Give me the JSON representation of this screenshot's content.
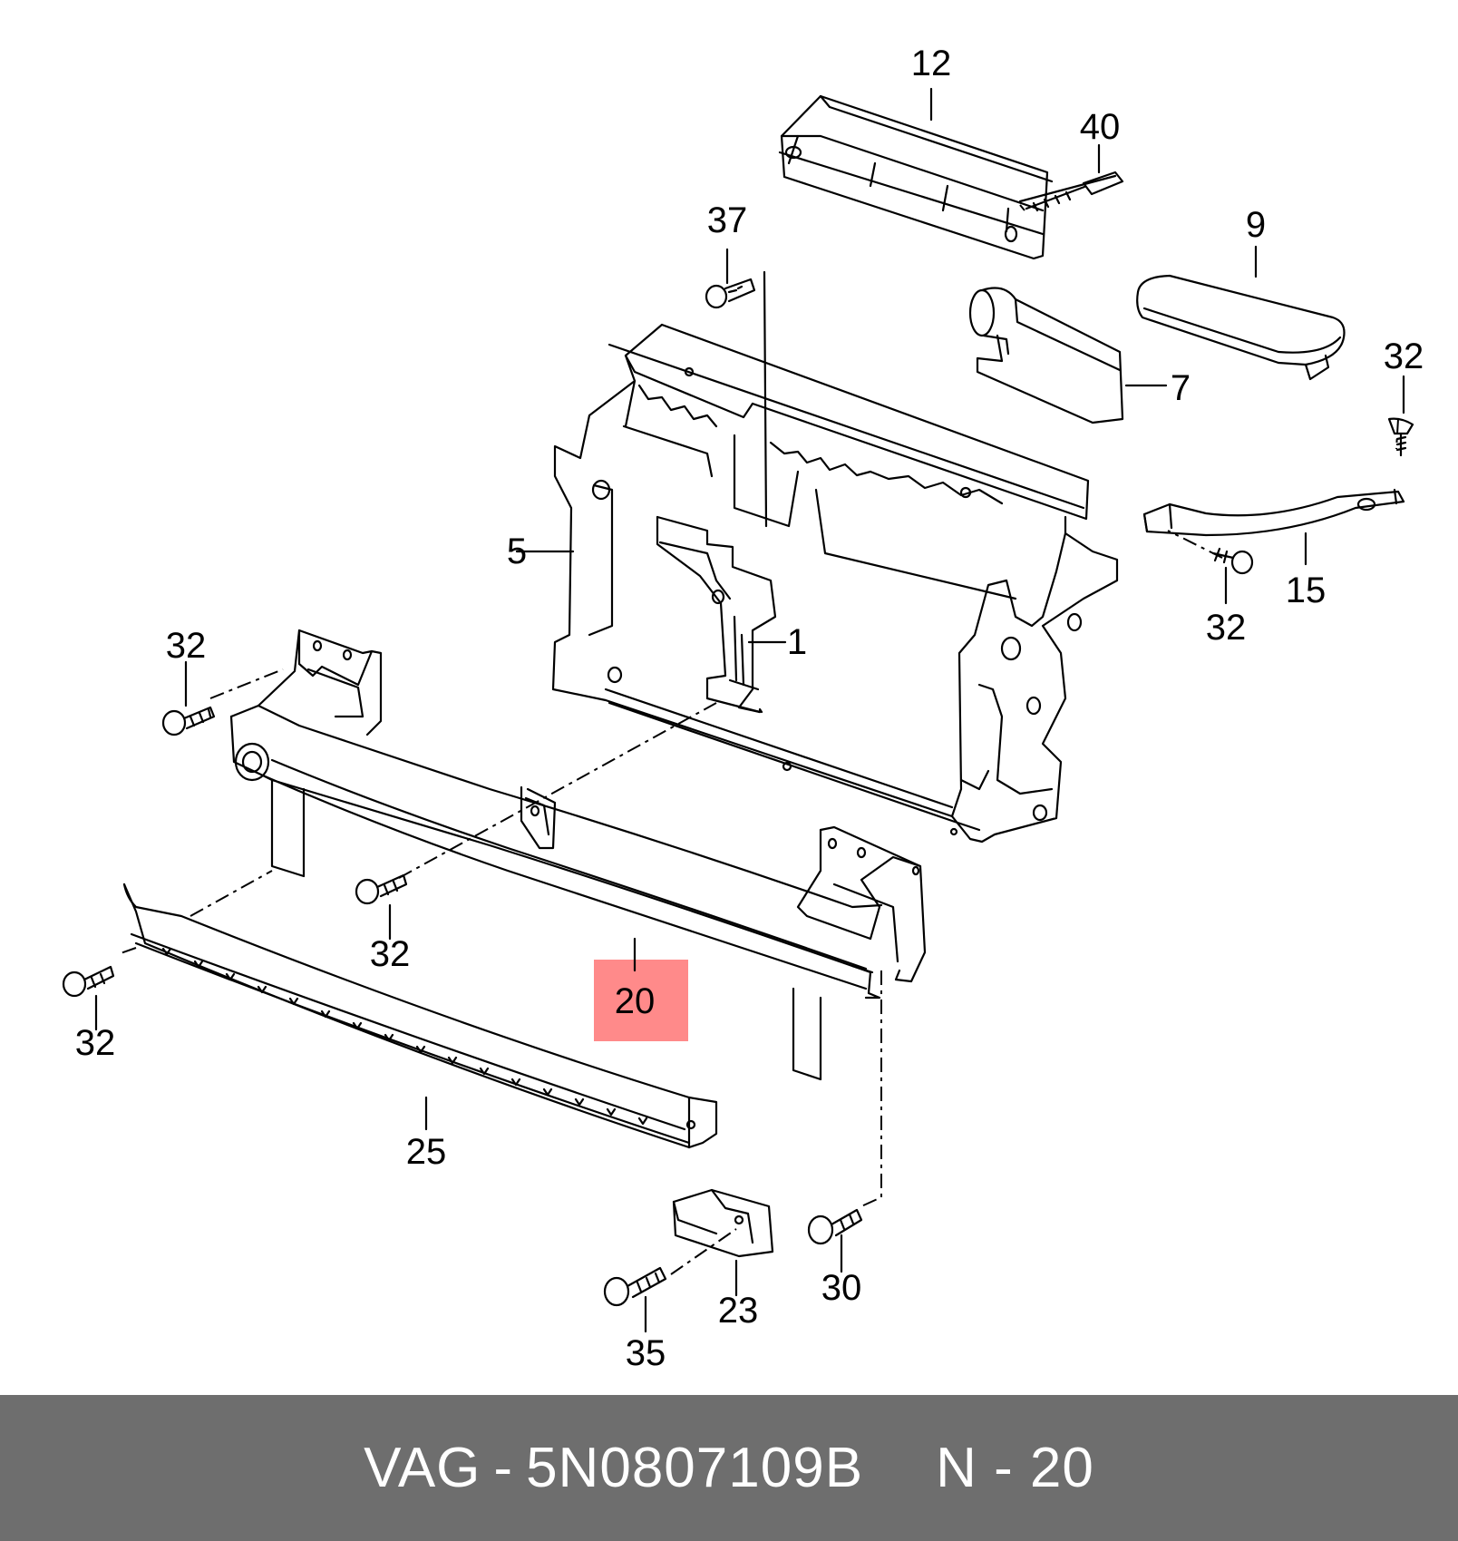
{
  "diagram": {
    "callouts": [
      {
        "id": "12",
        "text": "12"
      },
      {
        "id": "40",
        "text": "40"
      },
      {
        "id": "37",
        "text": "37"
      },
      {
        "id": "9",
        "text": "9"
      },
      {
        "id": "7",
        "text": "7"
      },
      {
        "id": "32a",
        "text": "32"
      },
      {
        "id": "5",
        "text": "5"
      },
      {
        "id": "15",
        "text": "15"
      },
      {
        "id": "32b",
        "text": "32"
      },
      {
        "id": "1",
        "text": "1"
      },
      {
        "id": "32c",
        "text": "32"
      },
      {
        "id": "32d",
        "text": "32"
      },
      {
        "id": "20",
        "text": "20"
      },
      {
        "id": "32e",
        "text": "32"
      },
      {
        "id": "25",
        "text": "25"
      },
      {
        "id": "23",
        "text": "23"
      },
      {
        "id": "30",
        "text": "30"
      },
      {
        "id": "35",
        "text": "35"
      }
    ],
    "highlighted_part": "20",
    "highlight_color": "#ff8a8a"
  },
  "footer": {
    "brand": "VAG",
    "separator": "-",
    "part_number": "5N0807109B",
    "position_label": "N - 20",
    "background_color": "#6e6e6e"
  }
}
